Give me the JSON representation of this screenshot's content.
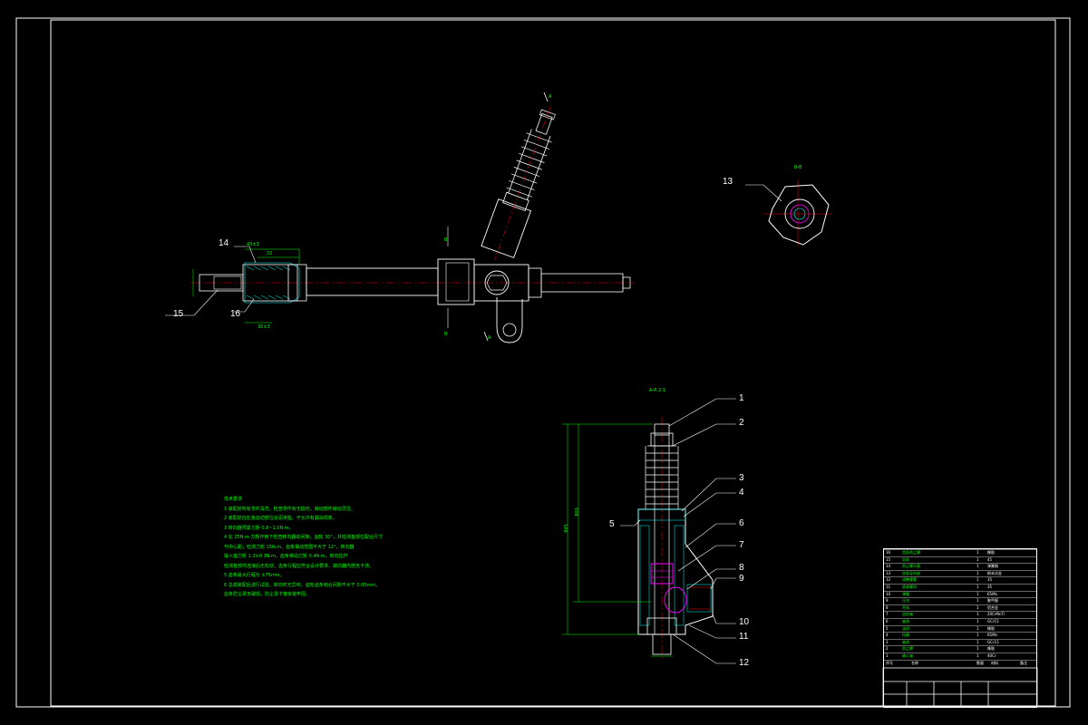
{
  "section_labels": {
    "view_a_top": "A",
    "view_a_bottom": "A",
    "view_b_top": "B",
    "view_b_bottom": "B",
    "section_bb": "B-B",
    "section_aa": "A-A 2:1"
  },
  "dimensions": {
    "dim_top_1": "43±3",
    "dim_top_2": "22",
    "dim_bottom": "30±3",
    "dim_vertical_total": "845",
    "dim_vertical_inner": "800"
  },
  "part_numbers": {
    "p1": "1",
    "p2": "2",
    "p3": "3",
    "p4": "4",
    "p5": "5",
    "p6": "6",
    "p7": "7",
    "p8": "8",
    "p9": "9",
    "p10": "10",
    "p11": "11",
    "p12": "12",
    "p13": "13",
    "p14": "14",
    "p15": "15",
    "p16": "16"
  },
  "technical_notes": [
    "技术要求",
    "1 装配前所有零件清洗，检查零件有无损伤，转动部件转动灵活。",
    "2 装配前应在各运动部位涂润滑脂，不允许有漏油现象。",
    "3 转向器预紧力矩 0.8~1.0N·m。",
    "4 在 25N·m 力矩作用下检查转向器的间隙，齿轮 30°，并检测各部位配合尺寸",
    "  与中心距；检测力矩 15N·m，齿条摆动范围不大于 12°，转向器",
    "  输入轴力矩 1.2±0.3N·m，齿条移动力矩 0.4N·m，转向拉杆",
    "  检测各部件连接后无松动，齿条行程应符合设计要求，转向器内部无卡滞。",
    "5 齿条最大行程为 ±75mm。",
    "6 总成装配后进行试验，转向时无异响，齿轮齿条啮合间隙不大于 0.05mm。",
    "  齿条防尘罩无破损，防尘罩卡箍安装牢固。"
  ],
  "bom_rows": [
    {
      "no": "16",
      "name": "齿条防尘罩",
      "qty": "1",
      "material": "橡胶"
    },
    {
      "no": "15",
      "name": "齿条",
      "qty": "1",
      "material": "45"
    },
    {
      "no": "14",
      "name": "防尘罩卡箍",
      "qty": "1",
      "material": "弹簧钢"
    },
    {
      "no": "13",
      "name": "齿条导向座",
      "qty": "1",
      "material": "粉末冶金"
    },
    {
      "no": "12",
      "name": "调整螺塞",
      "qty": "1",
      "material": "35"
    },
    {
      "no": "11",
      "name": "锁紧螺母",
      "qty": "1",
      "material": "35"
    },
    {
      "no": "10",
      "name": "弹簧",
      "qty": "1",
      "material": "65Mn"
    },
    {
      "no": "9",
      "name": "压块",
      "qty": "1",
      "material": "聚甲醛"
    },
    {
      "no": "8",
      "name": "壳体",
      "qty": "1",
      "material": "铝合金"
    },
    {
      "no": "7",
      "name": "齿轮轴",
      "qty": "1",
      "material": "20CrMnTi"
    },
    {
      "no": "6",
      "name": "轴承",
      "qty": "1",
      "material": "GCr15"
    },
    {
      "no": "5",
      "name": "油封",
      "qty": "1",
      "material": "橡胶"
    },
    {
      "no": "4",
      "name": "挡圈",
      "qty": "1",
      "material": "65Mn"
    },
    {
      "no": "3",
      "name": "轴承",
      "qty": "1",
      "material": "GCr15"
    },
    {
      "no": "2",
      "name": "防尘罩",
      "qty": "1",
      "material": "橡胶"
    },
    {
      "no": "1",
      "name": "输入轴",
      "qty": "1",
      "material": "40Cr"
    }
  ],
  "bom_header": {
    "no": "序号",
    "name": "名称",
    "qty": "数量",
    "material": "材料",
    "note": "备注"
  },
  "colors": {
    "background": "#000000",
    "frame": "#ffffff",
    "outline": "#ffffff",
    "centerline": "#ff0000",
    "hatch": "#00ffff",
    "text": "#00ff00",
    "highlight": "#ff00ff",
    "dimension": "#00ff00"
  }
}
